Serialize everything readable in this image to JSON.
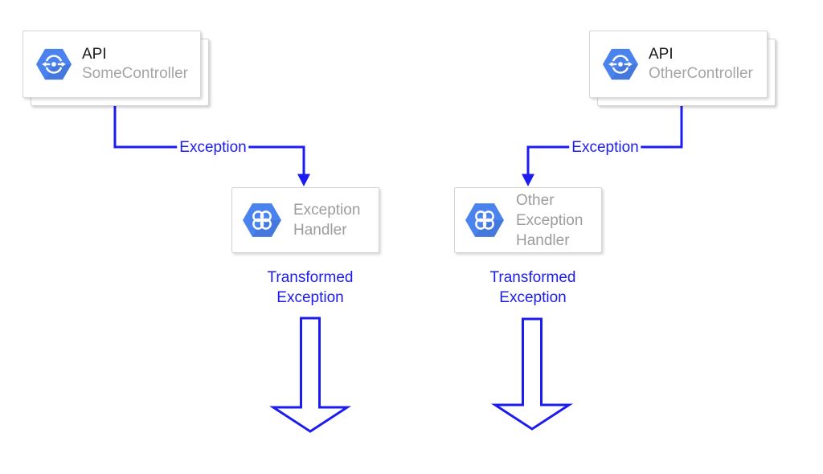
{
  "colors": {
    "arrow_blue": "#1c1cf0",
    "hexagon_blue": "#4a82ee",
    "title_text": "#1a1a1a",
    "muted_text": "#9c9c9c",
    "card_border": "#d5d5d5"
  },
  "icons": {
    "api_icon": "hexagon-api-icon",
    "handler_icon": "hexagon-four-rings-icon"
  },
  "left": {
    "api": {
      "title": "API",
      "subtitle": "SomeController"
    },
    "exception_label": "Exception",
    "handler": {
      "line1": "Exception",
      "line2": "Handler"
    },
    "transformed": {
      "line1": "Transformed",
      "line2": "Exception"
    }
  },
  "right": {
    "api": {
      "title": "API",
      "subtitle": "OtherController"
    },
    "exception_label": "Exception",
    "handler": {
      "line1": "Other",
      "line2": "Exception",
      "line3": "Handler"
    },
    "transformed": {
      "line1": "Transformed",
      "line2": "Exception"
    }
  }
}
